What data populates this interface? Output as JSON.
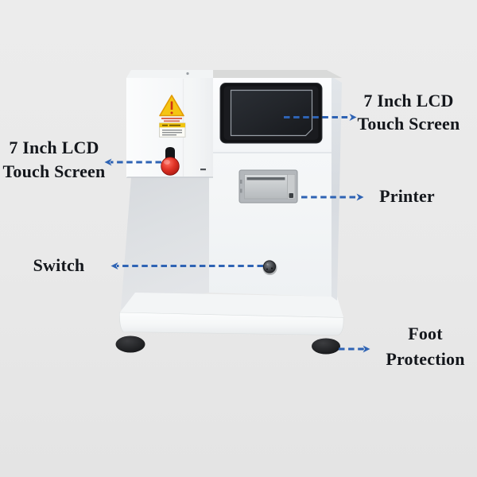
{
  "colors": {
    "background": "#e9e9e9",
    "arrow_blue": "#2e63b4",
    "label_text": "#14171c",
    "machine_body_white": "#fafbfc",
    "machine_side_gray": "#dcdfe3",
    "screen_bezel_black": "#121316",
    "warning_sticker_yellow": "#f5c513",
    "emergency_button_red": "#d8261b",
    "printer_panel_gray": "#b3b7bb",
    "foot_black": "#17181b"
  },
  "annotations": {
    "lcd_right": {
      "lines": [
        "7 Inch LCD",
        "Touch Screen"
      ],
      "arrow_direction": "right"
    },
    "lcd_left": {
      "lines": [
        "7 Inch LCD",
        "Touch Screen"
      ],
      "arrow_direction": "left"
    },
    "printer": {
      "label": "Printer",
      "arrow_direction": "right"
    },
    "switch": {
      "label": "Switch",
      "arrow_direction": "left"
    },
    "foot": {
      "lines": [
        "Foot",
        "Protection"
      ],
      "arrow_direction": "right"
    }
  }
}
